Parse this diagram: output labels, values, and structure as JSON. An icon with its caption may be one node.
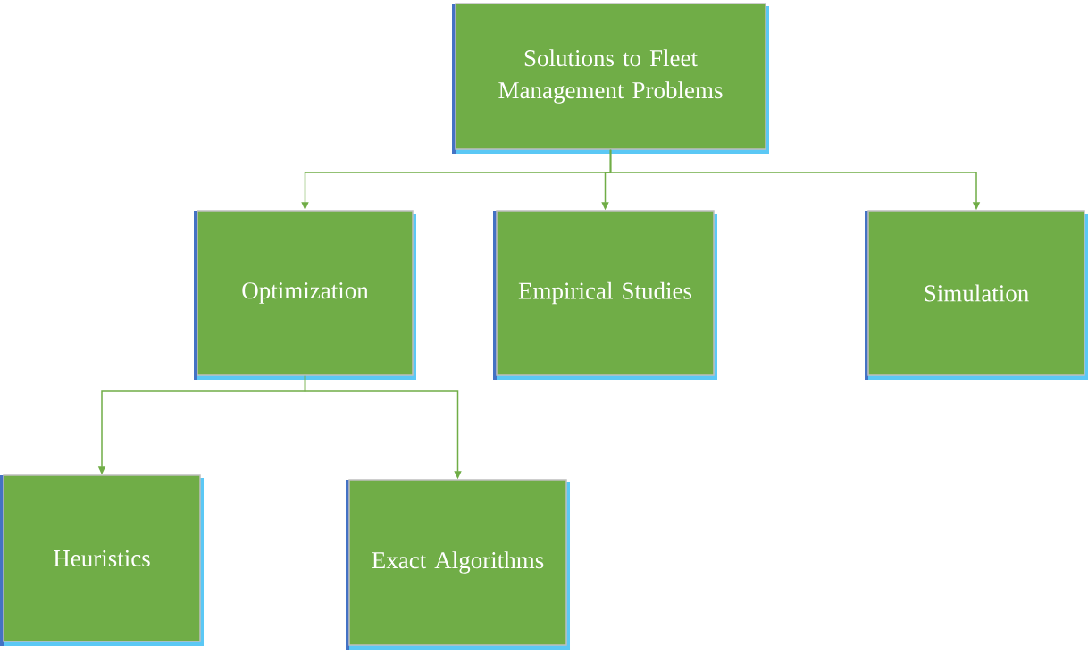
{
  "diagram": {
    "nodes": [
      {
        "text": [
          "Solutions to Fleet Management Problems"
        ]
      },
      {
        "text": [
          "Optimization"
        ]
      },
      {
        "text": [
          "Empirical Studies"
        ]
      },
      {
        "text": [
          "Simulation"
        ]
      },
      {
        "text": [
          "Heuristics"
        ]
      },
      {
        "text": [
          "Exact Algorithms"
        ]
      }
    ],
    "edges": [
      {
        "from": 0,
        "to": 1,
        "arrow": "to"
      },
      {
        "from": 0,
        "to": 2,
        "arrow": "to"
      },
      {
        "from": 0,
        "to": 3,
        "arrow": "to"
      },
      {
        "from": 1,
        "to": 4,
        "arrow": "to"
      },
      {
        "from": 1,
        "to": 5,
        "arrow": "to"
      }
    ]
  }
}
